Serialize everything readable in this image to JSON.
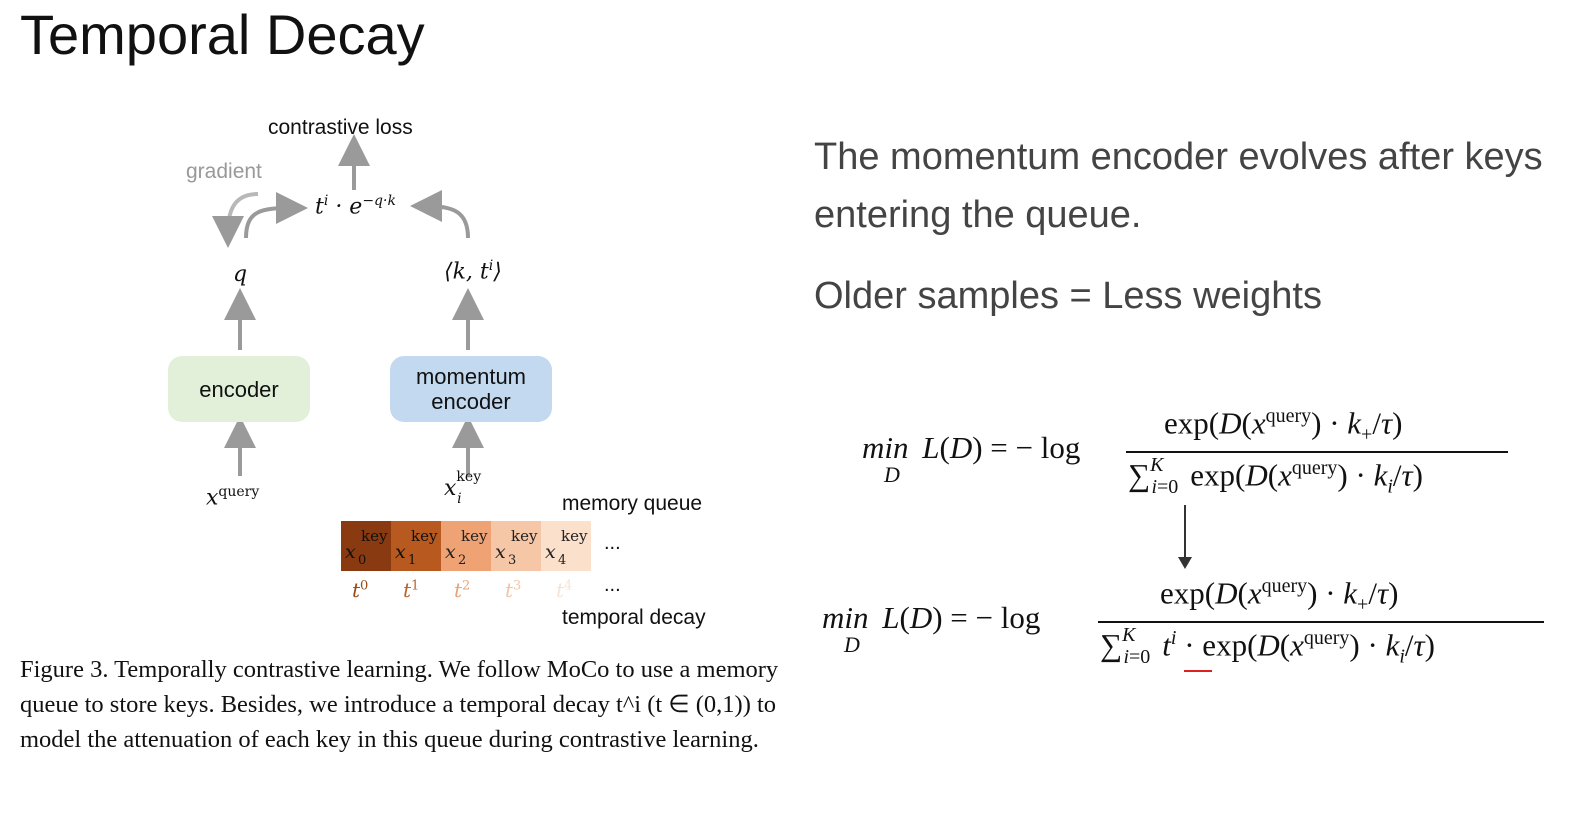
{
  "slide": {
    "title": "Temporal Decay",
    "bullets": [
      "The momentum encoder evolves after keys entering the queue.",
      "Older samples = Less weights"
    ]
  },
  "diagram": {
    "top_label": "contrastive loss",
    "gradient_label": "gradient",
    "loss_term": "t^i · e^{-q·k}",
    "q_label": "q",
    "key_pair_label": "⟨k, t^i⟩",
    "encoder_label": "encoder",
    "momentum_encoder_label": "momentum encoder",
    "query_input": "x^query",
    "key_input": "x_i^key",
    "memory_queue_label": "memory queue",
    "temporal_decay_label": "temporal decay",
    "queue_cells": [
      {
        "index": "0",
        "color": "#8a3a10"
      },
      {
        "index": "1",
        "color": "#b85a1f"
      },
      {
        "index": "2",
        "color": "#efa273"
      },
      {
        "index": "3",
        "color": "#f6c7a6"
      },
      {
        "index": "4",
        "color": "#fbe0cc"
      }
    ],
    "decay_labels": [
      {
        "exp": "0",
        "color": "#9a4a18"
      },
      {
        "exp": "1",
        "color": "#b8632a"
      },
      {
        "exp": "2",
        "color": "#e7a478"
      },
      {
        "exp": "3",
        "color": "#f2c5a4"
      },
      {
        "exp": "4",
        "color": "#f8e3d3"
      }
    ],
    "ellipsis": "...",
    "caption": "Figure 3. Temporally contrastive learning. We follow MoCo to use a memory queue to store keys. Besides, we introduce a temporal decay t^i (t ∈ (0,1)) to model the attenuation of each key in this queue during contrastive learning."
  },
  "equations": {
    "eq1": {
      "lhs": "min_D L(D) = − log",
      "numerator": "exp(D(x^query) · k+/τ)",
      "denominator": "Σ_{i=0}^{K} exp(D(x^query) · k_i/τ)"
    },
    "eq2": {
      "lhs": "min_D L(D) = − log",
      "numerator": "exp(D(x^query) · k+/τ)",
      "denominator": "Σ_{i=0}^{K} t^i · exp(D(x^query) · k_i/τ)"
    }
  }
}
